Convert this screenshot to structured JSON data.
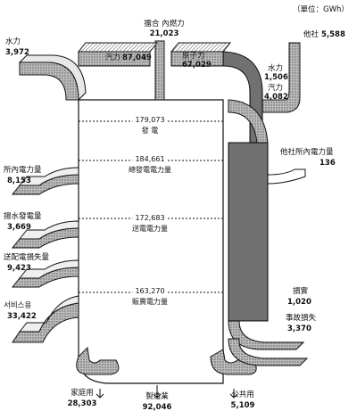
{
  "unit": "（單位：GWh）",
  "sources": {
    "hydro_left": {
      "label": "水力",
      "value": "3,972"
    },
    "combined": {
      "label": "擂合 內燃力",
      "value": "21,023"
    },
    "thermal": {
      "label": "汽力",
      "value": "87,049"
    },
    "nuclear": {
      "label": "原子力",
      "value": "67,029"
    },
    "other_co": {
      "label": "他社",
      "value": "5,588"
    },
    "other_hydro": {
      "label": "水力",
      "value": "1,506"
    },
    "other_thermal": {
      "label": "汽力",
      "value": "4,082"
    }
  },
  "levels": {
    "generation": {
      "value": "179,073",
      "label": "發  電"
    },
    "total_gen": {
      "value": "184,661",
      "label": "總發電電力量"
    },
    "transmission": {
      "value": "172,683",
      "label": "送電電力量"
    },
    "sales": {
      "value": "163,270",
      "label": "販賣電力量"
    }
  },
  "losses_left": [
    {
      "label": "所內電力量",
      "value": "8,153"
    },
    {
      "label": "揚水發電量",
      "value": "3,669"
    },
    {
      "label": "送配電損失量",
      "value": "9,423"
    },
    {
      "label": "서비스용",
      "value": "33,422"
    }
  ],
  "losses_right": [
    {
      "label": "他社所內電力量",
      "value": "136"
    },
    {
      "label": "損實",
      "value": "1,020"
    },
    {
      "label": "事故損失",
      "value": "3,370"
    }
  ],
  "uses_bottom": [
    {
      "label": "家庭用",
      "value": "28,303"
    },
    {
      "label": "製造業",
      "value": "92,046"
    },
    {
      "label": "公共用",
      "value": "5,109"
    }
  ]
}
